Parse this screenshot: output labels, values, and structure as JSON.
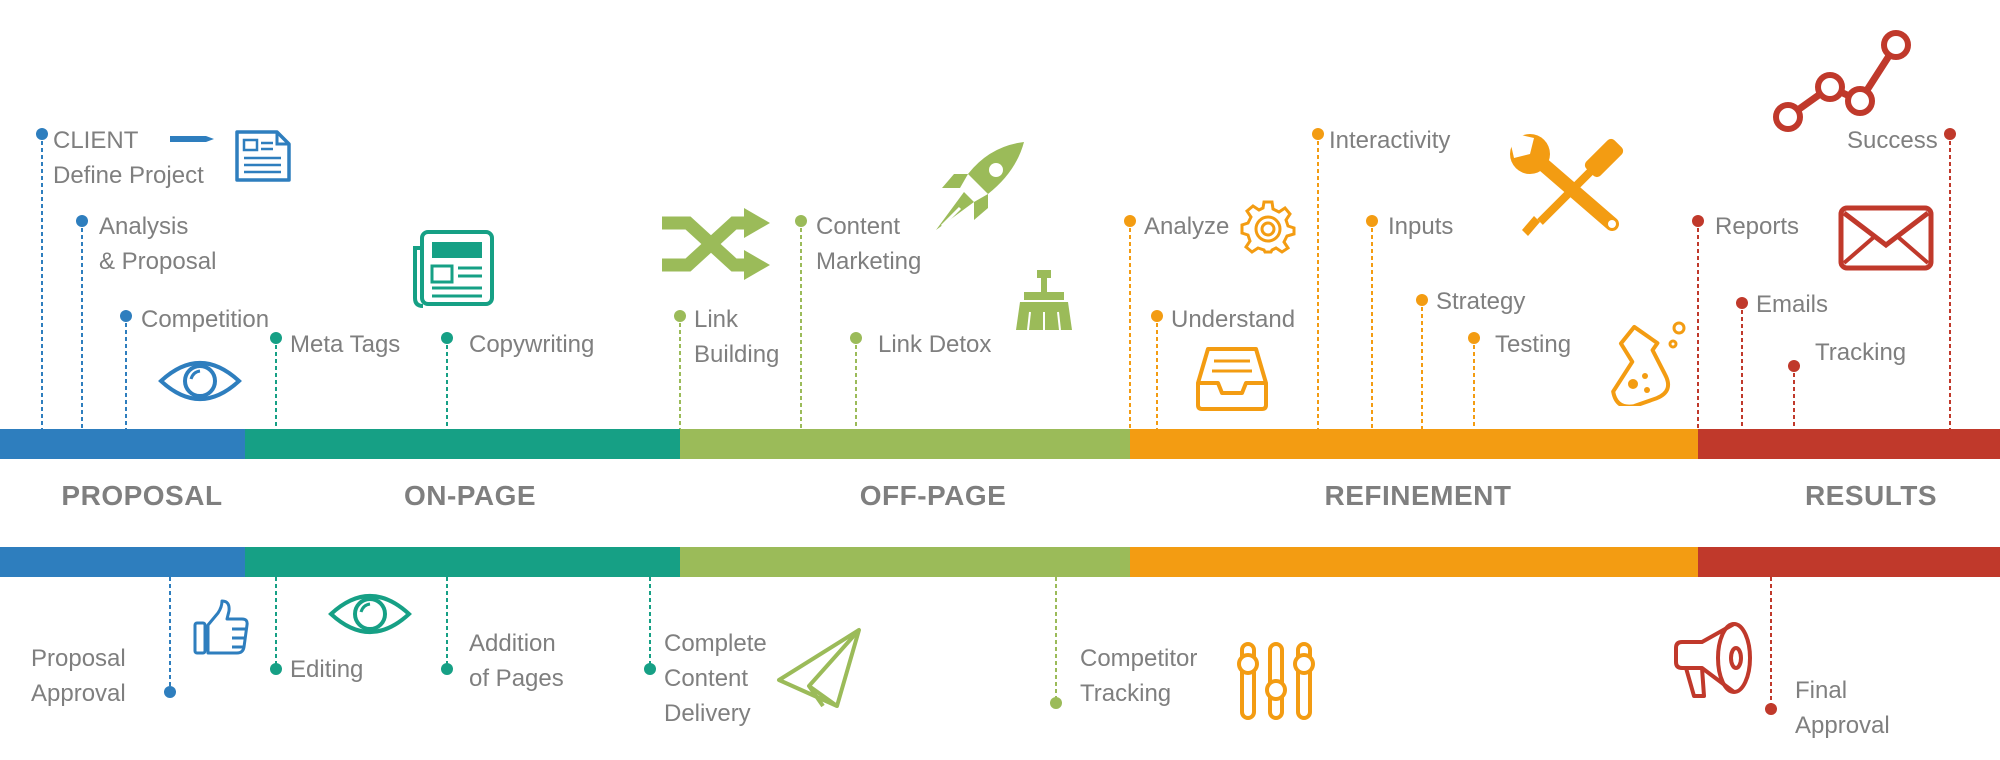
{
  "phases": [
    {
      "key": "proposal",
      "name": "PROPOSAL",
      "color": "#2e7ebe"
    },
    {
      "key": "onpage",
      "name": "ON-PAGE",
      "color": "#16a085"
    },
    {
      "key": "offpage",
      "name": "OFF-PAGE",
      "color": "#9bbb59"
    },
    {
      "key": "refinement",
      "name": "REFINEMENT",
      "color": "#f39c12"
    },
    {
      "key": "results",
      "name": "RESULTS",
      "color": "#c0392b"
    }
  ],
  "top_items": [
    {
      "name": "client-define-project",
      "text": "CLIENT\nDefine Project",
      "phase": "proposal"
    },
    {
      "name": "analysis-proposal",
      "text": "Analysis\n& Proposal",
      "phase": "proposal"
    },
    {
      "name": "competition",
      "text": "Competition",
      "phase": "proposal"
    },
    {
      "name": "meta-tags",
      "text": "Meta Tags",
      "phase": "onpage"
    },
    {
      "name": "copywriting",
      "text": "Copywriting",
      "phase": "onpage"
    },
    {
      "name": "link-building",
      "text": "Link\nBuilding",
      "phase": "offpage"
    },
    {
      "name": "content-marketing",
      "text": "Content\nMarketing",
      "phase": "offpage"
    },
    {
      "name": "link-detox",
      "text": "Link Detox",
      "phase": "offpage"
    },
    {
      "name": "analyze",
      "text": "Analyze",
      "phase": "refinement"
    },
    {
      "name": "understand",
      "text": "Understand",
      "phase": "refinement"
    },
    {
      "name": "interactivity",
      "text": "Interactivity",
      "phase": "refinement"
    },
    {
      "name": "inputs",
      "text": "Inputs",
      "phase": "refinement"
    },
    {
      "name": "strategy",
      "text": "Strategy",
      "phase": "refinement"
    },
    {
      "name": "testing",
      "text": "Testing",
      "phase": "refinement"
    },
    {
      "name": "reports",
      "text": "Reports",
      "phase": "results"
    },
    {
      "name": "emails",
      "text": "Emails",
      "phase": "results"
    },
    {
      "name": "tracking",
      "text": "Tracking",
      "phase": "results"
    },
    {
      "name": "success",
      "text": "Success",
      "phase": "results"
    }
  ],
  "bottom_items": [
    {
      "name": "proposal-approval",
      "text": "Proposal\nApproval",
      "phase": "proposal"
    },
    {
      "name": "editing",
      "text": "Editing",
      "phase": "onpage"
    },
    {
      "name": "addition-of-pages",
      "text": "Addition\nof Pages",
      "phase": "onpage"
    },
    {
      "name": "complete-content-delivery",
      "text": "Complete\nContent\nDelivery",
      "phase": "onpage"
    },
    {
      "name": "competitor-tracking",
      "text": "Competitor\nTracking",
      "phase": "offpage"
    },
    {
      "name": "final-approval",
      "text": "Final\nApproval",
      "phase": "results"
    }
  ],
  "icons": [
    "pen-icon",
    "document-icon",
    "eye-icon",
    "newspaper-icon",
    "shuffle-icon",
    "rocket-icon",
    "broom-icon",
    "gear-icon",
    "inbox-tray-icon",
    "wrench-screwdriver-icon",
    "flask-icon",
    "line-graph-icon",
    "envelope-icon",
    "thumbs-up-icon",
    "eye-icon-bottom",
    "paper-plane-icon",
    "sliders-icon",
    "megaphone-icon"
  ]
}
